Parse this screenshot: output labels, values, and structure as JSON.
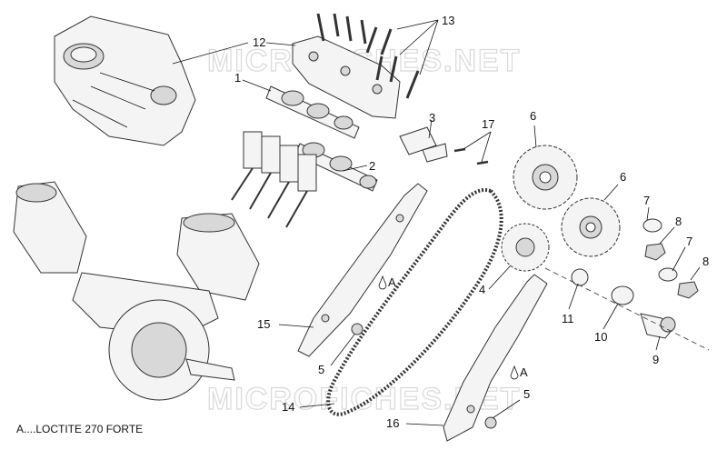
{
  "watermark": "MICROFICHES.NET",
  "note": "A....LOCTITE 270 FORTE",
  "callouts": {
    "c1": "1",
    "c2": "2",
    "c3": "3",
    "c4": "4",
    "c5a": "5",
    "c5b": "5",
    "c6a": "6",
    "c6b": "6",
    "c7a": "7",
    "c7b": "7",
    "c8a": "8",
    "c8b": "8",
    "c9": "9",
    "c10": "10",
    "c11": "11",
    "c12": "12",
    "c13": "13",
    "c14": "14",
    "c15": "15",
    "c16": "16",
    "c17": "17"
  },
  "loctite_marks": {
    "a1": "A",
    "a2": "A"
  }
}
